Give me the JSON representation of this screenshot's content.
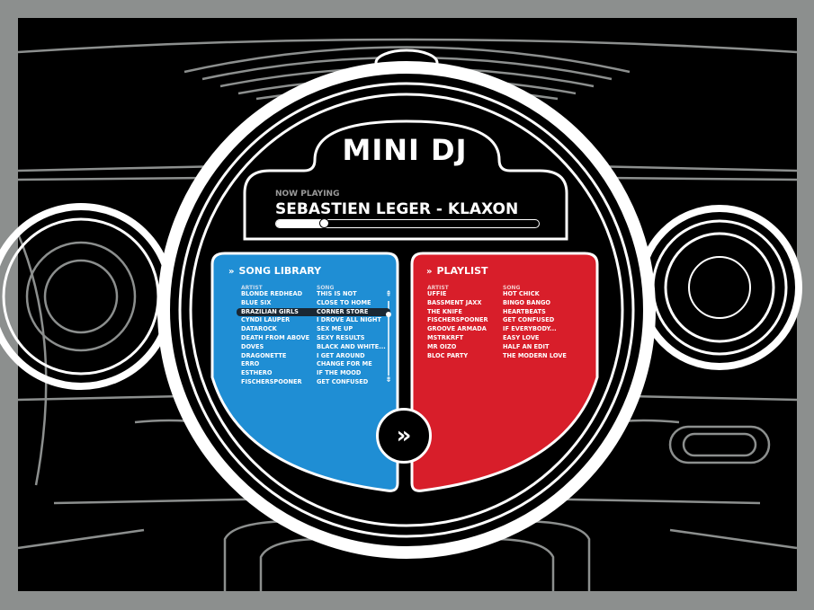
{
  "app": {
    "title": "MINI DJ"
  },
  "now_playing": {
    "label": "NOW PLAYING",
    "track": "SEBASTIEN LEGER - KLAXON",
    "progress": 0.18
  },
  "library": {
    "title": "SONG LIBRARY",
    "artist_header": "ARTIST",
    "song_header": "SONG",
    "selected_index": 2,
    "rows": [
      {
        "artist": "BLONDE REDHEAD",
        "song": "THIS IS NOT"
      },
      {
        "artist": "BLUE SIX",
        "song": "CLOSE TO HOME"
      },
      {
        "artist": "BRAZILIAN GIRLS",
        "song": "CORNER STORE"
      },
      {
        "artist": "CYNDI LAUPER",
        "song": "I DROVE ALL NIGHT"
      },
      {
        "artist": "DATAROCK",
        "song": "SEX ME UP"
      },
      {
        "artist": "DEATH FROM ABOVE",
        "song": "SEXY RESULTS"
      },
      {
        "artist": "DOVES",
        "song": "BLACK AND WHITE..."
      },
      {
        "artist": "DRAGONETTE",
        "song": "I GET AROUND"
      },
      {
        "artist": "ERRO",
        "song": "CHANGE FOR ME"
      },
      {
        "artist": "ESTHERO",
        "song": "IF THE MOOD"
      },
      {
        "artist": "FISCHERSPOONER",
        "song": "GET CONFUSED"
      }
    ],
    "scroll_up_icon": "⇞",
    "scroll_down_icon": "⇟",
    "scroll_position": 0.18
  },
  "playlist": {
    "title": "PLAYLIST",
    "artist_header": "ARTIST",
    "song_header": "SONG",
    "rows": [
      {
        "artist": "UFFIE",
        "song": "HOT CHICK"
      },
      {
        "artist": "BASSMENT JAXX",
        "song": "BINGO BANGO"
      },
      {
        "artist": "THE KNIFE",
        "song": "HEARTBEATS"
      },
      {
        "artist": "FISCHERSPOONER",
        "song": "GET CONFUSED"
      },
      {
        "artist": "GROOVE ARMADA",
        "song": "IF EVERYBODY..."
      },
      {
        "artist": "MSTRKRFT",
        "song": "EASY LOVE"
      },
      {
        "artist": "MR OIZO",
        "song": "HALF AN EDIT"
      },
      {
        "artist": "BLOC PARTY",
        "song": "THE MODERN LOVE"
      }
    ]
  },
  "transfer_button": {
    "icon": "»"
  },
  "header_chevron": "»",
  "colors": {
    "library": "#1f8ed4",
    "playlist": "#d81e2a",
    "frame": "#8c8f8e",
    "dash": "#000000",
    "line": "#ffffff"
  }
}
